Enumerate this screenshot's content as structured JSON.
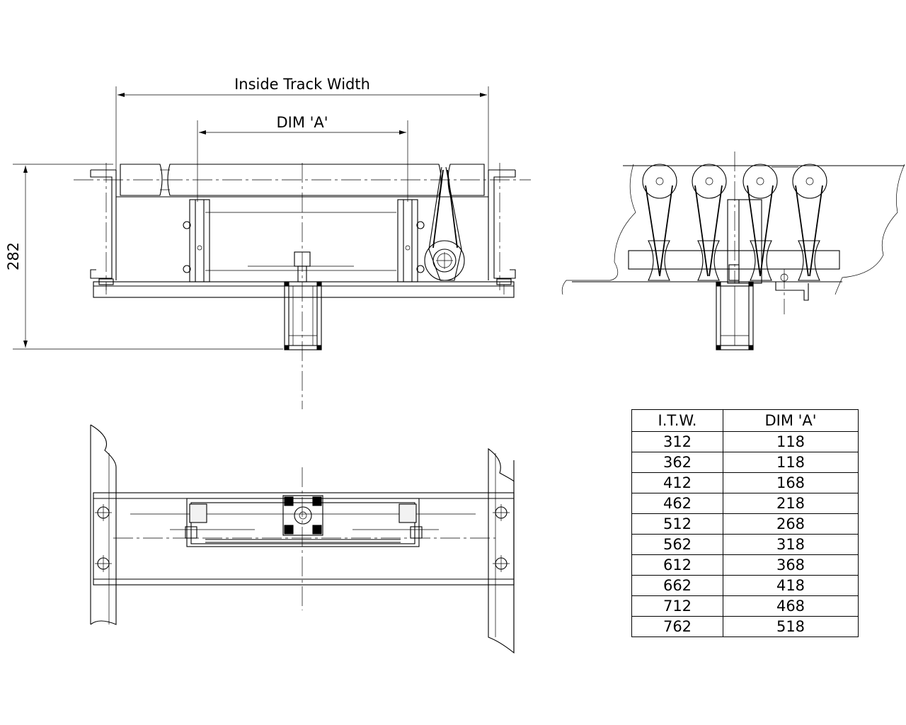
{
  "dimensions": {
    "inside_track_width_label": "Inside Track Width",
    "dim_a_label": "DIM 'A'",
    "height_label": "282"
  },
  "table": {
    "headers": [
      "I.T.W.",
      "DIM 'A'"
    ],
    "rows": [
      [
        "312",
        "118"
      ],
      [
        "362",
        "118"
      ],
      [
        "412",
        "168"
      ],
      [
        "462",
        "218"
      ],
      [
        "512",
        "268"
      ],
      [
        "562",
        "318"
      ],
      [
        "612",
        "368"
      ],
      [
        "662",
        "418"
      ],
      [
        "712",
        "468"
      ],
      [
        "762",
        "518"
      ]
    ]
  }
}
